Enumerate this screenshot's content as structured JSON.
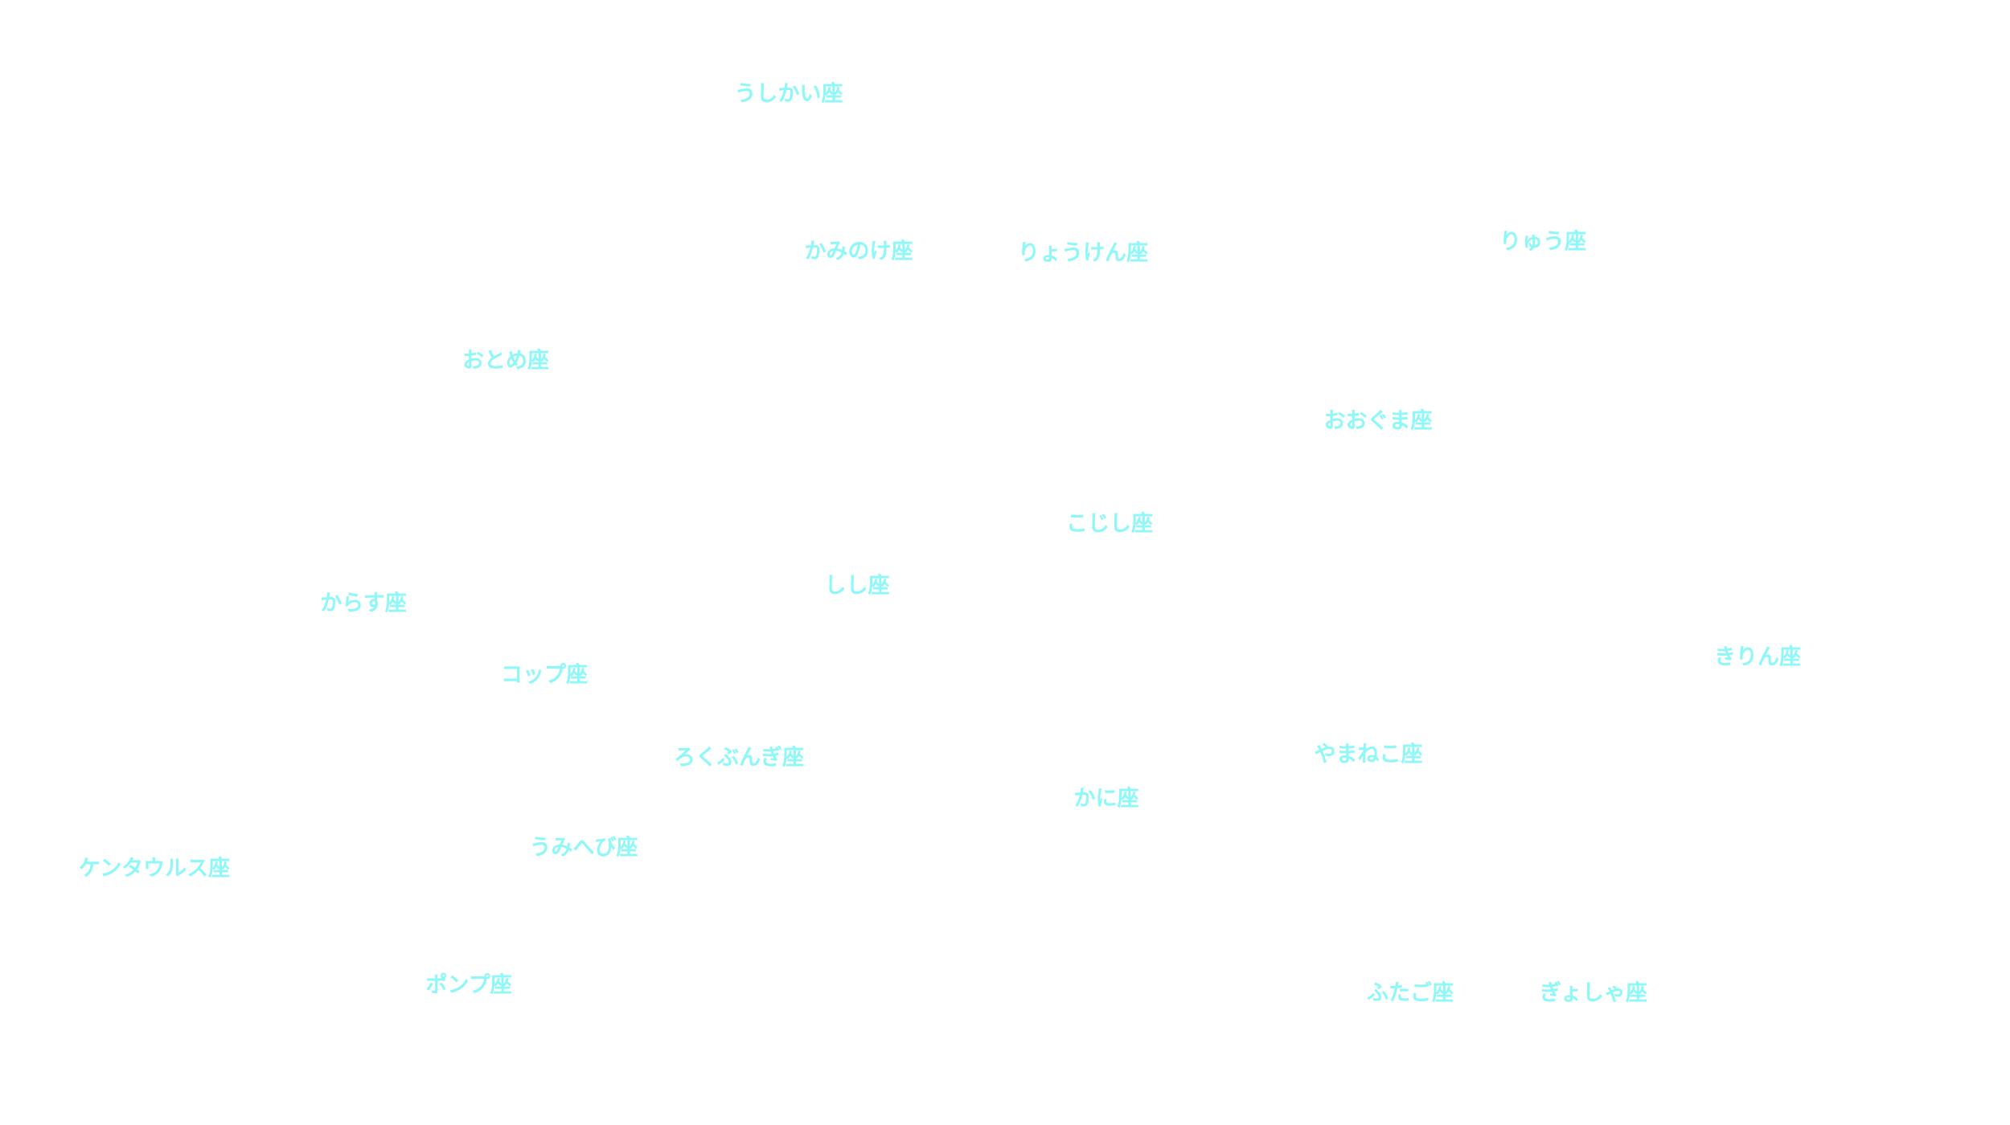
{
  "map": {
    "label_color": "#8ef7f7",
    "background": "#ffffff",
    "constellations": [
      "うしかい座",
      "かみのけ座",
      "りょうけん座",
      "りゅう座",
      "おとめ座",
      "おおぐま座",
      "こじし座",
      "しし座",
      "からす座",
      "きりん座",
      "コップ座",
      "ろくぶんぎ座",
      "やまねこ座",
      "かに座",
      "うみへび座",
      "ケンタウルス座",
      "ポンプ座",
      "ふたご座",
      "ぎょしゃ座"
    ]
  }
}
